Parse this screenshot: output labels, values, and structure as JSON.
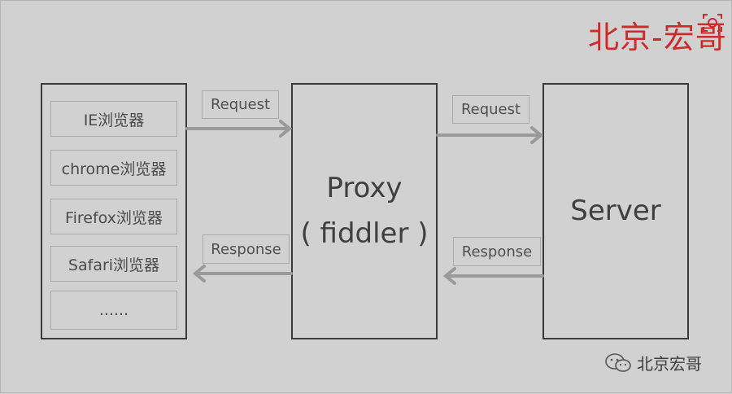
{
  "brand": {
    "title": "北京-宏哥"
  },
  "clients": {
    "items": [
      "IE浏览器",
      "chrome浏览器",
      "Firefox浏览器",
      "Safari浏览器",
      "......"
    ]
  },
  "proxy": {
    "line1": "Proxy",
    "line2": "( fiddler )"
  },
  "server": {
    "label": "Server"
  },
  "arrows": {
    "left_request": "Request",
    "left_response": "Response",
    "right_request": "Request",
    "right_response": "Response"
  },
  "watermark": {
    "text": "北京宏哥",
    "icon": "wechat-icon"
  },
  "colors": {
    "brand": "#cc2b2b",
    "arrow": "#9a9a9a",
    "border": "#3a3a3a"
  }
}
